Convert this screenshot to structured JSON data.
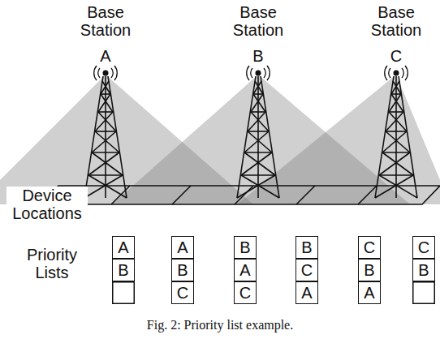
{
  "diagram": {
    "caption": "Fig. 2: Priority list example.",
    "nodes": [
      {
        "text": [
          "A"
        ]
      },
      {
        "text": [
          "B"
        ]
      },
      {
        "text": [
          "A"
        ]
      },
      {
        "text": [
          "B"
        ]
      },
      {
        "text": [
          "C"
        ]
      },
      {
        "text": [
          "B"
        ]
      },
      {
        "text": [
          "A"
        ]
      },
      {
        "text": [
          "C"
        ]
      },
      {
        "text": [
          "B"
        ]
      },
      {
        "text": [
          "C"
        ]
      },
      {
        "text": [
          "A"
        ]
      },
      {
        "text": [
          "C"
        ]
      },
      {
        "text": [
          "B"
        ]
      },
      {
        "text": [
          "A"
        ]
      },
      {
        "text": [
          "C"
        ]
      },
      {
        "text": [
          "B"
        ]
      }
    ],
    "labels": [
      "Base Station",
      "Base Station",
      "Base Station",
      "A",
      "B",
      "C",
      "Device Locations",
      "Priority Lists"
    ]
  }
}
